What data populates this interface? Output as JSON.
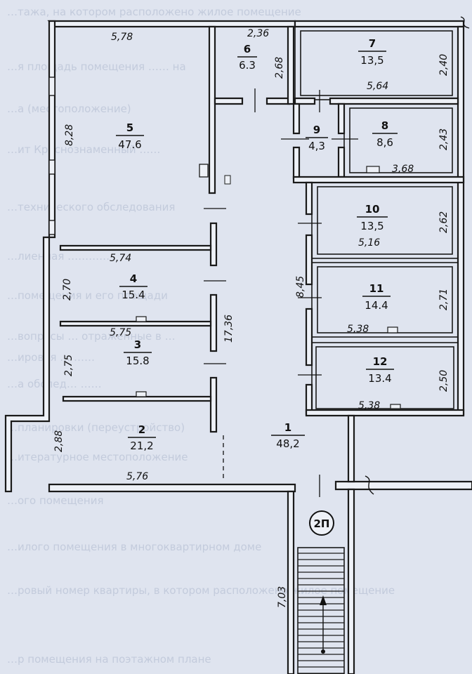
{
  "rooms": [
    {
      "num": "1",
      "area": "48,2"
    },
    {
      "num": "2",
      "area": "21,2"
    },
    {
      "num": "3",
      "area": "15.8"
    },
    {
      "num": "4",
      "area": "15.4"
    },
    {
      "num": "5",
      "area": "47.6"
    },
    {
      "num": "6",
      "area": "6.3"
    },
    {
      "num": "7",
      "area": "13,5"
    },
    {
      "num": "8",
      "area": "8,6"
    },
    {
      "num": "9",
      "area": "4,3"
    },
    {
      "num": "10",
      "area": "13,5"
    },
    {
      "num": "11",
      "area": "14.4"
    },
    {
      "num": "12",
      "area": "13.4"
    }
  ],
  "dimensions": {
    "d_5_78": "5,78",
    "d_2_36": "2,36",
    "d_2_68": "2,68",
    "d_2_40": "2,40",
    "d_5_64": "5,64",
    "d_8_28": "8,28",
    "d_2_43": "2,43",
    "d_3_68": "3,68",
    "d_2_62": "2,62",
    "d_5_16": "5,16",
    "d_5_74": "5,74",
    "d_8_45": "8,45",
    "d_2_71": "2,71",
    "d_2_70": "2,70",
    "d_5_38_a": "5,38",
    "d_5_75": "5,75",
    "d_17_36": "17,36",
    "d_2_75": "2,75",
    "d_2_50": "2,50",
    "d_5_38_b": "5,38",
    "d_2_88": "2,88",
    "d_5_76": "5,76",
    "d_7_03": "7,03"
  },
  "stair_label": "2П",
  "background_text": [
    "…тажа, на котором расположено жилое помещение",
    "…я площадь помещения …… на",
    "…а (местоположение)",
    "…ит Краснознаменный ……",
    "…технического обследования",
    "…лиенная …………",
    "…помещения и его площади",
    "…вопросы … отраженные в …",
    "…ировая … ……",
    "…а обслед… ……",
    "…планировки (переустройство)",
    "…итературное местоположение",
    "…ого помещения",
    "…илого помещения в многоквартирном доме",
    "…ровый номер квартиры, в котором расположено жилое помещение",
    "…р помещения на поэтажном плане"
  ],
  "colors": {
    "paper": "#dfe4ef",
    "ink": "#1a1a1a",
    "wall_fill": "#eef1f7"
  }
}
